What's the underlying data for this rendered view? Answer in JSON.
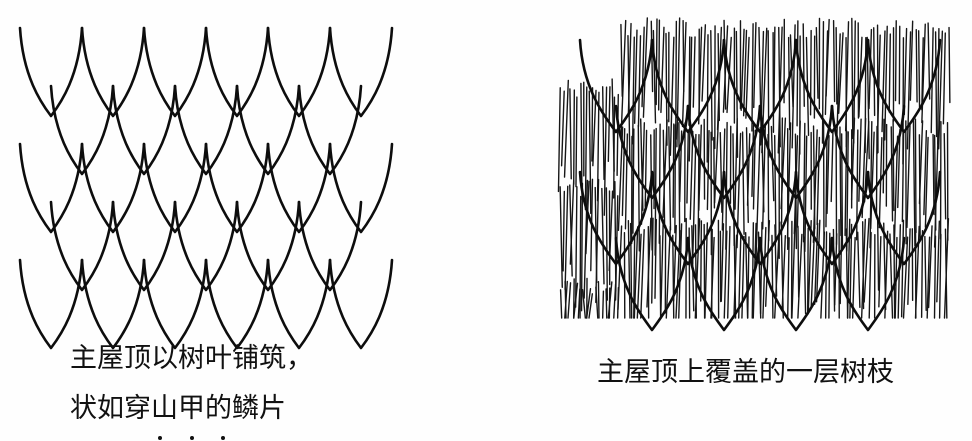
{
  "left_panel": {
    "caption_line1": "主屋顶以树叶铺筑，",
    "caption_line2": "状如穿山甲的鳞片"
  },
  "right_panel": {
    "caption": "主屋顶上覆盖的一层树枝"
  },
  "colors": {
    "ink": "#111111",
    "paper": "#fefefe"
  }
}
